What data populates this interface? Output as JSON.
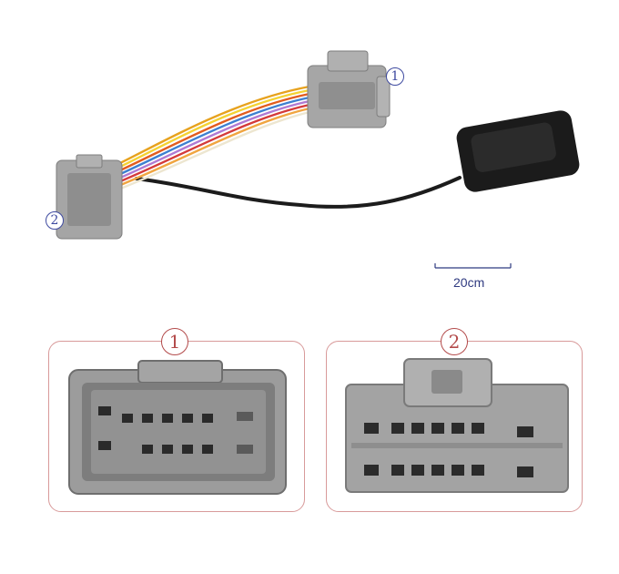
{
  "markers": {
    "connector1": "1",
    "connector2": "2"
  },
  "scale_bar": {
    "label": "20cm"
  },
  "colors": {
    "marker_blue": "#3e4aa0",
    "marker_red": "#b34a4a",
    "frame": "#d89a9a",
    "plastic_gray": "#9a9a9a",
    "module_black": "#1b1b1b"
  }
}
